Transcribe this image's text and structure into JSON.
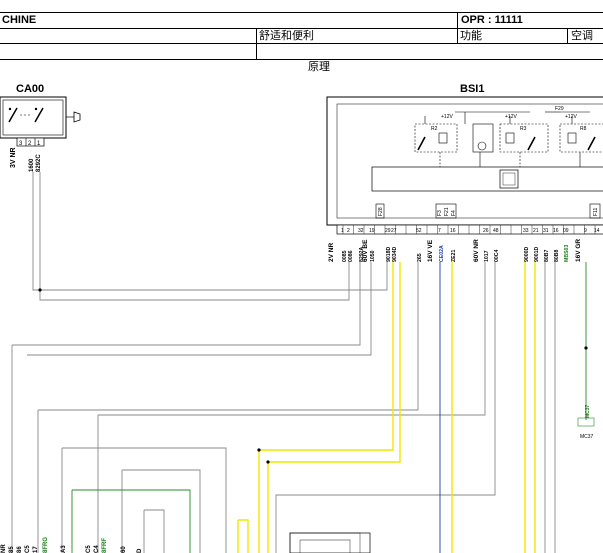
{
  "header": {
    "vehicle": "CHINE",
    "opr": "OPR : 11111",
    "comfort_cn": "舒适和便利",
    "function_cn": "功能",
    "ac_cn": "空调",
    "principle_cn": "原理"
  },
  "components": {
    "ca00": "CA00",
    "bsi1": "BSI1"
  },
  "ca00_labels": {
    "conn": "3V NR",
    "pins": [
      "3",
      "2",
      "1"
    ],
    "wires": [
      "1600",
      "8292C"
    ]
  },
  "bsi_connectors": [
    {
      "name": "2V NR",
      "pins": [
        "1",
        "2"
      ],
      "wires": [
        "0085",
        "0086"
      ]
    },
    {
      "name": "60V BE",
      "pins": [
        "32",
        "19",
        "29",
        "27"
      ],
      "wires": [
        "8292A",
        "1050",
        "9018D",
        "9034D"
      ]
    },
    {
      "name": "",
      "pins": [
        "52"
      ],
      "wires": [
        "265"
      ]
    },
    {
      "name": "16V VE",
      "pins": [
        "7",
        "16"
      ],
      "wires": [
        "CE02A",
        "ZE21"
      ]
    },
    {
      "name": "60V NR",
      "pins": [
        "26",
        "48"
      ],
      "wires": [
        "1017",
        "00C4"
      ]
    },
    {
      "name": "",
      "pins": [
        "33",
        "21",
        "31",
        "16"
      ],
      "wires": [
        "9000D",
        "9001D",
        "80B7",
        "80B8"
      ]
    },
    {
      "name": "16V GR",
      "pins": [
        "09",
        "9",
        "14"
      ],
      "wires": [
        "MBS03"
      ]
    }
  ],
  "bsi_internal": {
    "fuses": [
      "F28",
      "F3",
      "F21",
      "F4",
      "F11",
      "F29"
    ],
    "relays": [
      "R2",
      "R3",
      "R8"
    ],
    "supply": [
      "+12V",
      "+12V",
      "+12V"
    ]
  },
  "ground": {
    "wire": "MC37",
    "label": "MC37"
  },
  "bottom_labels": [
    {
      "text": "NR",
      "color": "#000000"
    },
    {
      "text": "85",
      "color": "#000000"
    },
    {
      "text": "86",
      "color": "#000000"
    },
    {
      "text": "C5",
      "color": "#000000"
    },
    {
      "text": "17",
      "color": "#000000"
    },
    {
      "text": "8FRG",
      "color": "#1a7a1a"
    },
    {
      "text": "A3",
      "color": "#000000"
    },
    {
      "text": "C5",
      "color": "#000000"
    },
    {
      "text": "C4",
      "color": "#000000"
    },
    {
      "text": "8FRF",
      "color": "#1a7a1a"
    },
    {
      "text": "60",
      "color": "#000000"
    },
    {
      "text": "D",
      "color": "#000000"
    }
  ],
  "colors": {
    "yellow_wire": "#f2e600",
    "gray_wire": "#8a8a8a",
    "green_wire": "#2a8a2a",
    "blue_label": "#1a3aa8",
    "green_label": "#1a7a1a"
  }
}
